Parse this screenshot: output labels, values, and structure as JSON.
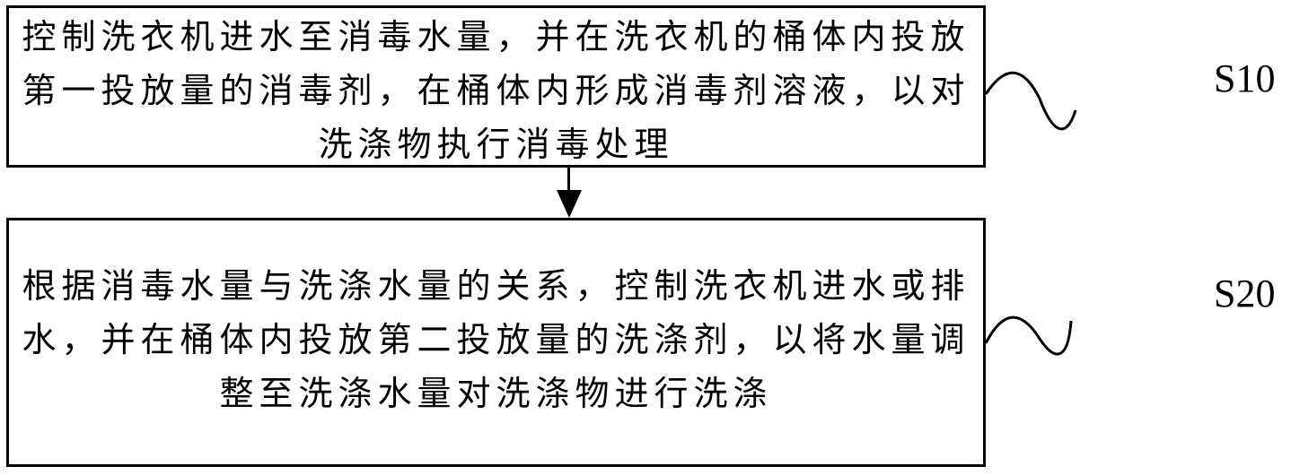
{
  "diagram": {
    "type": "flowchart",
    "steps": [
      {
        "id": "S10",
        "label": "S10",
        "lines": [
          "控制洗衣机进水至消毒水量，并在洗衣机的桶体内投放",
          "第一投放量的消毒剂，在桶体内形成消毒剂溶液，以对",
          "洗涤物执行消毒处理"
        ]
      },
      {
        "id": "S20",
        "label": "S20",
        "lines": [
          "根据消毒水量与洗涤水量的关系，控制洗衣机进水或排",
          "水，并在桶体内投放第二投放量的洗涤剂，以将水量调",
          "整至洗涤水量对洗涤物进行洗涤"
        ]
      }
    ],
    "connections": [
      {
        "from": "S10",
        "to": "S20",
        "style": "arrow-down"
      }
    ]
  }
}
